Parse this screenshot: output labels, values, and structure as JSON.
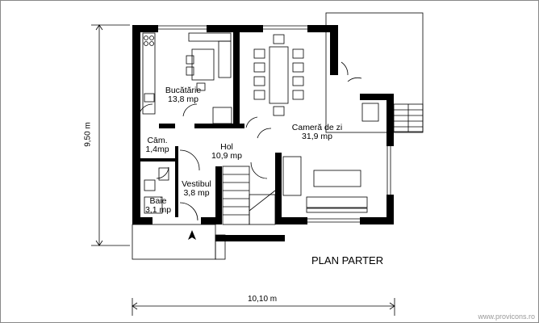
{
  "title": "PLAN PARTER",
  "dimensions": {
    "height": "9,50 m",
    "width": "10,10 m"
  },
  "rooms": [
    {
      "name": "Bucătărie",
      "area": "13,8 mp"
    },
    {
      "name": "Cameră de zi",
      "area": "31,9 mp"
    },
    {
      "name": "Hol",
      "area": "10,9 mp"
    },
    {
      "name": "Cām.",
      "area": "1,4mp"
    },
    {
      "name": "Vestibul",
      "area": "3,8 mp"
    },
    {
      "name": "Baie",
      "area": "3,1 mp"
    }
  ],
  "watermark": "www.provicons.ro",
  "icons": [
    "north-arrow-icon"
  ]
}
